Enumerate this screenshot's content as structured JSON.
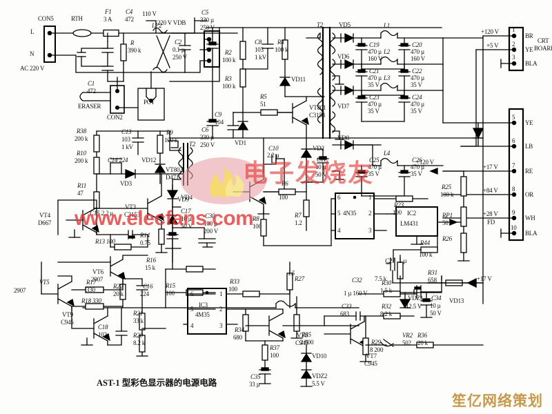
{
  "figure": {
    "caption": "AST-1 型彩色显示器的电源电路",
    "domain_note": "schematic"
  },
  "watermarks": {
    "site_url": "www.elecfans.com",
    "site_cn": "电子发烧友",
    "bottom_right": "笙亿网络策划"
  },
  "mains_input": {
    "connector": "CON5",
    "pin_l": "L",
    "pin_n": "N",
    "supply": "AC 220 V",
    "thermistor": "RTH",
    "fuse_ref": "F1",
    "fuse_rating": "3 A",
    "tap_110": "110 V",
    "bridge": "220 V VDB",
    "filter": "LF2",
    "eraser": "ERASER",
    "con2": "CON2",
    "pct": "PCT"
  },
  "connector_crt": {
    "title_line1": "CRT",
    "title_line2": "BOARD",
    "pins": [
      {
        "num": "1",
        "color": "BR",
        "volt": "+120 V"
      },
      {
        "num": "2",
        "color": "YE",
        "volt": "+5 V"
      },
      {
        "num": "3",
        "color": "BLA",
        "volt": ""
      },
      {
        "num": "5",
        "color": "YE",
        "volt": ""
      },
      {
        "num": "6",
        "color": "LB",
        "volt": ""
      },
      {
        "num": "7",
        "color": "RE",
        "volt": "+17 V"
      },
      {
        "num": "8",
        "color": "OR",
        "volt": "+84 V"
      },
      {
        "num": "9",
        "color": "WH",
        "volt": "+28 V"
      },
      {
        "num": "10",
        "color": "BLA",
        "volt": ""
      }
    ],
    "fd_label": "FD"
  },
  "rails": {
    "plus120_mid": "+120 V",
    "plus17_right": "+17 V"
  },
  "transformers": [
    {
      "ref": "T2",
      "pos": "primary"
    },
    {
      "ref": "T2",
      "pos": "drive"
    }
  ],
  "ics": [
    {
      "ref": "IC2",
      "type": "LM431"
    },
    {
      "ref": "IC3",
      "type": "4M35",
      "pins": [
        "6",
        "1",
        "5",
        "2",
        "4",
        "3"
      ]
    },
    {
      "ref": "",
      "type": "4N35",
      "pins": [
        "6",
        "1",
        "5",
        "2",
        "4",
        "3"
      ]
    }
  ],
  "transistors": [
    {
      "ref": "VT801",
      "type": "C3153"
    },
    {
      "ref": "VT802",
      "type": "D471"
    },
    {
      "ref": "VT3",
      "type": "C3153"
    },
    {
      "ref": "VT4",
      "type": "D667"
    },
    {
      "ref": "VT5",
      "type": "2907"
    },
    {
      "ref": "VT6",
      "type": "2907"
    },
    {
      "ref": "VT7",
      "type": "C945"
    },
    {
      "ref": "VT8",
      "type": "C945"
    },
    {
      "ref": "VT9",
      "type": "C945"
    }
  ],
  "diodes": [
    {
      "ref": "VD1"
    },
    {
      "ref": "VD2"
    },
    {
      "ref": "VD3"
    },
    {
      "ref": "VD4"
    },
    {
      "ref": "VD5"
    },
    {
      "ref": "VD6"
    },
    {
      "ref": "VD7"
    },
    {
      "ref": "VD8"
    },
    {
      "ref": "VD9"
    },
    {
      "ref": "VD10"
    },
    {
      "ref": "VD11"
    },
    {
      "ref": "VD12"
    },
    {
      "ref": "VD13"
    },
    {
      "ref": "VDZ1",
      "value": "12.5 V"
    },
    {
      "ref": "VDZ2",
      "value": "5.5 V"
    }
  ],
  "inductors": [
    {
      "ref": "L1"
    },
    {
      "ref": "L2"
    },
    {
      "ref": "L3"
    },
    {
      "ref": "L4"
    },
    {
      "ref": "L5"
    }
  ],
  "resistors": [
    {
      "ref": "R",
      "value": "390 k"
    },
    {
      "ref": "R2",
      "value": "100 k"
    },
    {
      "ref": "R3",
      "value": "100 k"
    },
    {
      "ref": "R4",
      "value": "100 k"
    },
    {
      "ref": "R5",
      "value": "51"
    },
    {
      "ref": "R6",
      "value": "100"
    },
    {
      "ref": "R7",
      "value": "1.2"
    },
    {
      "ref": "R8",
      "value": "100"
    },
    {
      "ref": "R9",
      "value": "100 k"
    },
    {
      "ref": "R10",
      "value": "200 k"
    },
    {
      "ref": "R11",
      "value": "47"
    },
    {
      "ref": "R13",
      "value": "100"
    },
    {
      "ref": "R14",
      "value": "0.75"
    },
    {
      "ref": "R15",
      "value": "100"
    },
    {
      "ref": "R16",
      "value": "15 k"
    },
    {
      "ref": "R17",
      "value": "330"
    },
    {
      "ref": "R18",
      "value": "330"
    },
    {
      "ref": "R20",
      "value": "8.2 k"
    },
    {
      "ref": "R21",
      "value": "33 k"
    },
    {
      "ref": "R22",
      "value": "20 k"
    },
    {
      "ref": "R23",
      "value": "100"
    },
    {
      "ref": "R25",
      "value": "100 k"
    },
    {
      "ref": "R26",
      "value": ""
    },
    {
      "ref": "R27",
      "value": ""
    },
    {
      "ref": "R29",
      "value": "8 200"
    },
    {
      "ref": "R30",
      "value": "1.5 k"
    },
    {
      "ref": "R31",
      "value": "658"
    },
    {
      "ref": "R32",
      "value": "8.2 k"
    },
    {
      "ref": "R33",
      "value": "100"
    },
    {
      "ref": "R34",
      "value": "680"
    },
    {
      "ref": "R35",
      "value": "2 000"
    },
    {
      "ref": "R36",
      "value": "20 k"
    },
    {
      "ref": "R37",
      "value": "100"
    },
    {
      "ref": "R38",
      "value": "200 k"
    },
    {
      "ref": "R44",
      "value": "100 k"
    },
    {
      "ref": "RP1",
      "value": "501"
    },
    {
      "ref": "VR2",
      "value": "502"
    },
    {
      "ref": "R7.5k",
      "value": "7.5 k"
    }
  ],
  "capacitors": [
    {
      "ref": "C1",
      "value": "472"
    },
    {
      "ref": "C2",
      "value": "0.1 µ",
      "volt": "250 V"
    },
    {
      "ref": "C4",
      "value": "472"
    },
    {
      "ref": "C5",
      "value": "330 µ",
      "volt": "250 V"
    },
    {
      "ref": "C6",
      "value": "330 µ",
      "volt": "250 V"
    },
    {
      "ref": "C8",
      "value": "103",
      "volt": "1 kV"
    },
    {
      "ref": "C9",
      "value": "104"
    },
    {
      "ref": "C10",
      "value": "2.2 µ"
    },
    {
      "ref": "C11",
      "value": "10 µ",
      "volt": "50 V"
    },
    {
      "ref": "C13",
      "value": "103",
      "volt": "1 kV"
    },
    {
      "ref": "C14",
      "value": "224"
    },
    {
      "ref": "C15",
      "value": "2.2 µ"
    },
    {
      "ref": "C16",
      "value": "224"
    },
    {
      "ref": "C17",
      "value": "10 µ",
      "volt": "50 V"
    },
    {
      "ref": "C18",
      "value": "102"
    },
    {
      "ref": "C19",
      "value": "470 µ",
      "volt": "160 V"
    },
    {
      "ref": "C20",
      "value": "470 µ",
      "volt": "160 V"
    },
    {
      "ref": "C21",
      "value": "470 µ",
      "volt": "35 V"
    },
    {
      "ref": "C22",
      "value": "470 µ",
      "volt": "35 V"
    },
    {
      "ref": "C23",
      "value": "470 µ",
      "volt": "35 V"
    },
    {
      "ref": "C24",
      "value": "470 µ",
      "volt": "35 V"
    },
    {
      "ref": "C25",
      "value": "470 µ",
      "volt": "35 V"
    },
    {
      "ref": "C26",
      "value": "470 µ",
      "volt": "35 V"
    },
    {
      "ref": "C27",
      "value": "1 µ"
    },
    {
      "ref": "C30",
      "value": "100 µ",
      "volt": "200 V"
    },
    {
      "ref": "C32",
      "value": "1 µ",
      "volt": "160 V"
    },
    {
      "ref": "C33",
      "value": "683"
    },
    {
      "ref": "C34",
      "value": "10 µ",
      "volt": "50 V"
    },
    {
      "ref": "C35",
      "value": "33 µ"
    }
  ],
  "labels": {
    "con5": "CON5",
    "l": "L",
    "n": "N",
    "ac220": "AC 220 V",
    "rth": "RTH",
    "f1": "F1",
    "f1v": "3 A",
    "c4": "C4",
    "c4v": "472",
    "lf2": "LF2",
    "v110": "110 V",
    "vdb": "220 V VDB",
    "rr": "R",
    "rrv": "390 k",
    "c1": "C1",
    "c1v": "472",
    "c2": "C2",
    "c2v": "0.1 µ",
    "c2w": "250 V",
    "eraser": "ERASER",
    "con2": "CON2",
    "pct": "PCT",
    "c5": "C5",
    "c5v": "330 µ",
    "c5w": "250 V",
    "c6": "C6",
    "c6v": "330 µ",
    "c6w": "250 V",
    "r2": "R2",
    "r2v": "100 k",
    "r3": "R3",
    "r3v": "100 k",
    "c8": "C8",
    "c8v": "103",
    "c8w": "1 kV",
    "r4": "R4",
    "r4v": "100 k",
    "c9": "C9",
    "c9v": "104",
    "vd1": "VD1",
    "r5": "R5",
    "r5v": "51",
    "vd11": "VD11",
    "vt801": "VT801",
    "vt801t": "C3153",
    "t2": "T2",
    "vd5": "VD5",
    "vd6": "VD6",
    "vd7": "VD7",
    "vd8": "VD8",
    "l1": "L1",
    "l2": "L2",
    "l3": "L3",
    "l4": "L4",
    "l5": "L5",
    "c19": "C19",
    "c19v": "470 µ",
    "c19w": "160 V",
    "c20": "C20",
    "c20v": "470 µ",
    "c20w": "160 V",
    "c21": "C21",
    "c21v": "470 µ",
    "c21w": "35 V",
    "c22": "C22",
    "c22v": "470 µ",
    "c22w": "35 V",
    "c23": "C23",
    "c23v": "470 µ",
    "c23w": "35 V",
    "c24": "C24",
    "c24v": "470 µ",
    "c24w": "35 V",
    "c25": "C25",
    "c25v": "470 µ",
    "c25w": "35 V",
    "c26": "C26",
    "c26v": "470 µ",
    "c26w": "35 V",
    "r38": "R38",
    "r38v": "200 k",
    "r10": "R10",
    "r10v": "200 k",
    "c13": "C13",
    "c13v": "103",
    "c13w": "1 kV",
    "r9": "R9",
    "r9v": "100 k",
    "c14": "C14 224",
    "vd12": "VD12",
    "vd3": "VD3",
    "r11": "R11",
    "r11v": "47",
    "vd4": "VD4",
    "c17": "C17",
    "c17v": "10 µ",
    "c17w": "50 V",
    "vt4": "VT4",
    "vt4t": "D667",
    "c15": "C15 2.2 µ",
    "vt3": "VT3",
    "vt3t": "C3153",
    "r13": "R13 100",
    "r14": "R14",
    "r14v": "0.75",
    "r16": "R16",
    "r16v": "15 k",
    "r15": "R15",
    "r15v": "100",
    "vt6": "VT6",
    "vt6t": "2907",
    "r22": "R22",
    "r22v": "20 k",
    "c16": "C16",
    "c16v": "224",
    "r17": "R17",
    "r17v": "330",
    "vt5": "VT5",
    "vt5t": "2907",
    "r18": "R18 330",
    "vt9": "VT9",
    "vt9t": "C945",
    "c18": "C18",
    "c18v": "102",
    "r21": "R21",
    "r21v": "33 k",
    "r20": "R20",
    "r20v": "8.2 k",
    "vt802": "VT802",
    "vt802t": "D471",
    "c10": "C10",
    "c10v": "2.2 µ",
    "r6": "R6",
    "r6v": "100",
    "vd2": "VD2",
    "c11": "C11",
    "c11v": "10 µ",
    "c11w": "50 V",
    "r7": "R7",
    "r7v": "1.2",
    "r8": "R8",
    "r8v": "100",
    "vd9": "VD9",
    "c30": "C30",
    "c30v": "100 µ",
    "c30w": "200 V",
    "n4n35": "4N35",
    "r23": "R23",
    "r23v": "100",
    "ic2": "IC2",
    "ic2t": "LM431",
    "r44": "R44",
    "r44v": "100 k",
    "c27": "C27",
    "c27v": "1 µ",
    "r25": "R25",
    "r25v": "100 k",
    "rp1": "RP1",
    "rp1v": "501",
    "r26": "R26",
    "p120mid": "+120 V",
    "ic3": "IC3",
    "ic3t": "4M35",
    "r33": "R33",
    "r33v": "100",
    "r34": "R34",
    "r34v": "680",
    "r27": "R27",
    "r30": "R30",
    "r30v": "1.5 k",
    "c32": "C32",
    "c32v": "1 µ 160 V",
    "r75k": "7.5 k",
    "r31": "R31",
    "r31v": "658",
    "vd13": "VD13",
    "vdz1": "VDZ1",
    "vdz1v": "12.5 V",
    "c34": "C34",
    "c34v": "10 µ",
    "c34w": "50 V",
    "p17r": "+17 V",
    "c33": "C33",
    "c33v": "683",
    "r32": "R32",
    "r32v": "8.2 k",
    "vt7": "VT7",
    "vt7t": "C945",
    "vt8": "VT8",
    "vt8t": "C945",
    "r35": "R35",
    "r35v": "2 000",
    "r37": "R37",
    "r37v": "100",
    "c35": "C35",
    "c35v": "33 µ",
    "vd10": "VD10",
    "vdz2": "VDZ2",
    "vdz2v": "5.5 V",
    "vr2": "VR2",
    "vr2v": "502",
    "r36": "R36",
    "r36v": "20 k",
    "r29": "R29",
    "r29v": "8 200",
    "crt1": "CRT",
    "crt2": "BOARD",
    "fd": "FD",
    "p120": "+120 V",
    "p5": "+5 V",
    "p17": "+17 V",
    "p84": "+84 V",
    "p28": "+28 V",
    "br": "BR",
    "ye": "YE",
    "bla": "BLA",
    "lb": "LB",
    "re": "RE",
    "or": "OR",
    "wh": "WH",
    "n1": "1",
    "n2": "2",
    "n3": "3",
    "n5": "5",
    "n6": "6",
    "n7": "7",
    "n8": "8",
    "n9": "9",
    "n10": "10",
    "p1": "1",
    "p2": "2",
    "p3": "3",
    "p4": "4",
    "p5p": "5",
    "p6": "6"
  }
}
